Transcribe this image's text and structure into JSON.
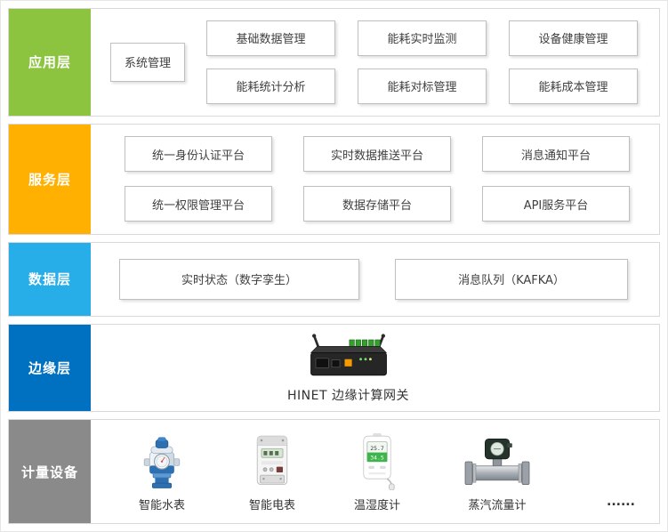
{
  "app_layer": {
    "label": "应用层",
    "side_box": "系统管理",
    "row1": [
      "基础数据管理",
      "能耗实时监测",
      "设备健康管理"
    ],
    "row2": [
      "能耗统计分析",
      "能耗对标管理",
      "能耗成本管理"
    ]
  },
  "service_layer": {
    "label": "服务层",
    "row1": [
      "统一身份认证平台",
      "实时数据推送平台",
      "消息通知平台"
    ],
    "row2": [
      "统一权限管理平台",
      "数据存储平台",
      "API服务平台"
    ]
  },
  "data_layer": {
    "label": "数据层",
    "boxes": [
      "实时状态（数字孪生）",
      "消息队列（KAFKA）"
    ]
  },
  "edge_layer": {
    "label": "边缘层",
    "caption": "HINET 边缘计算网关"
  },
  "device_layer": {
    "label": "计量设备",
    "devices": [
      "智能水表",
      "智能电表",
      "温湿度计",
      "蒸汽流量计"
    ],
    "more": "......",
    "hygrometer_display": {
      "temperature": "25.7",
      "humidity": "34.5"
    }
  },
  "colors": {
    "application": "#8cc43f",
    "service": "#ffb000",
    "data": "#27ade8",
    "edge": "#0070c0",
    "device": "#8a8a8a",
    "band_border": "#d9d9d9",
    "box_border": "#bfbfbf"
  }
}
